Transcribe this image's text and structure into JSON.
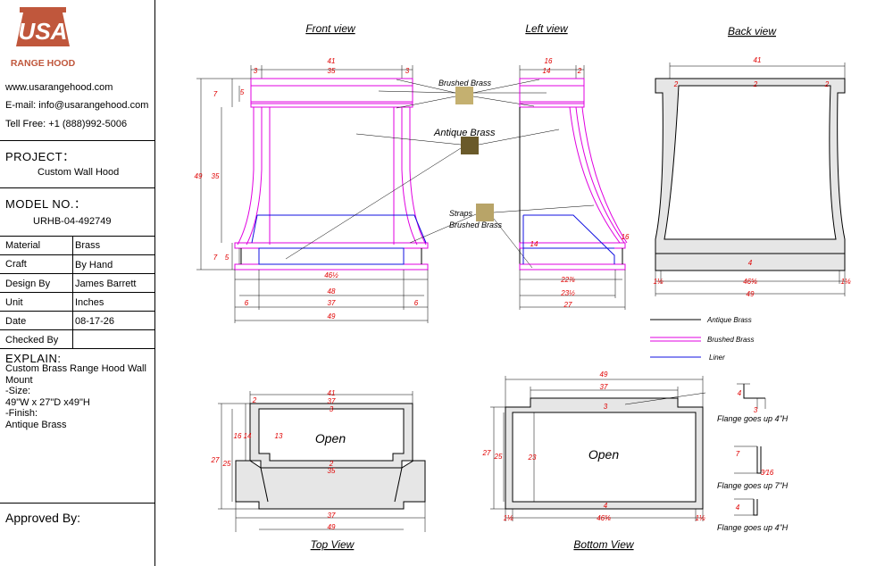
{
  "logo": {
    "mark": "USA",
    "subtitle": "RANGE HOOD",
    "color": "#c0573c"
  },
  "contact": {
    "website": "www.usarangehood.com",
    "email": "E-mail: info@usarangehood.com",
    "phone": "Tell Free: +1 (888)992-5006"
  },
  "project": {
    "label": "PROJECT：",
    "value": "Custom Wall Hood"
  },
  "model": {
    "label": "MODEL NO.：",
    "value": "URHB-04-492749"
  },
  "specs": [
    {
      "label": "Material",
      "value": "Brass"
    },
    {
      "label": "Craft",
      "value": "By Hand"
    },
    {
      "label": "Design By",
      "value": "James Barrett"
    },
    {
      "label": "Unit",
      "value": "Inches"
    },
    {
      "label": "Date",
      "value": "08-17-26"
    },
    {
      "label": "Checked By",
      "value": ""
    }
  ],
  "explain": {
    "label": "EXPLAIN:",
    "lines": [
      "Custom Brass Range Hood Wall Mount",
      "-Size:",
      "49\"W x 27\"D x49\"H",
      "-Finish:",
      "Antique Brass"
    ]
  },
  "approved": "Approved By:",
  "views": {
    "front": "Front view",
    "left": "Left view",
    "back": "Back view",
    "top": "Top View",
    "bottom": "Bottom View"
  },
  "callouts": {
    "brushed_brass": "Brushed Brass",
    "antique_brass": "Antique Brass",
    "straps": "Straps",
    "straps_brushed": "Brushed Brass"
  },
  "legend": [
    {
      "label": "Antique Brass",
      "color": "#000000"
    },
    {
      "label": "Brushed Brass",
      "color": "#e000e0"
    },
    {
      "label": "Liner",
      "color": "#0000e0"
    }
  ],
  "open_labels": {
    "top": "Open",
    "bottom": "Open"
  },
  "flanges": [
    {
      "label": "Flange goes up 4\"H"
    },
    {
      "label": "Flange goes up 7\"H"
    },
    {
      "label": "Flange goes up 4\"H"
    }
  ],
  "dims": {
    "front": {
      "w41": "41",
      "w35": "35",
      "l3": "3",
      "r3": "3",
      "h49": "49",
      "h35": "35",
      "h7a": "7",
      "h5a": "5",
      "h7b": "7",
      "h5b": "5",
      "w46": "46½",
      "w48": "48",
      "w6a": "6",
      "w37": "37",
      "w6b": "6",
      "w49": "49"
    },
    "left": {
      "w16": "16",
      "w14": "14",
      "w2": "2",
      "d14": "14",
      "r16": "16",
      "w22": "22⅞",
      "w23": "23½",
      "w27": "27"
    },
    "back": {
      "w41": "41",
      "c2": "2",
      "l2": "2",
      "r2": "2",
      "b4": "4",
      "w46": "46⅝",
      "l1": "1⅛",
      "r1": "1⅛",
      "w49": "49"
    },
    "top": {
      "w41": "41",
      "w37": "37",
      "c3": "3",
      "l2": "2",
      "d16": "16",
      "d14": "14",
      "d13": "13",
      "d27": "27",
      "d25": "25",
      "b2": "2",
      "b35": "35",
      "w37b": "37",
      "w49": "49"
    },
    "bottom": {
      "w49": "49",
      "w37": "37",
      "c3": "3",
      "d27": "27",
      "d25": "25",
      "d23": "23",
      "b4": "4",
      "w46": "46⅝",
      "l1": "1⅛",
      "r1": "1⅛"
    },
    "flange": {
      "f4a": "4",
      "f3": "3",
      "f7": "7",
      "f316": "3⁄16",
      "f4b": "4"
    }
  }
}
